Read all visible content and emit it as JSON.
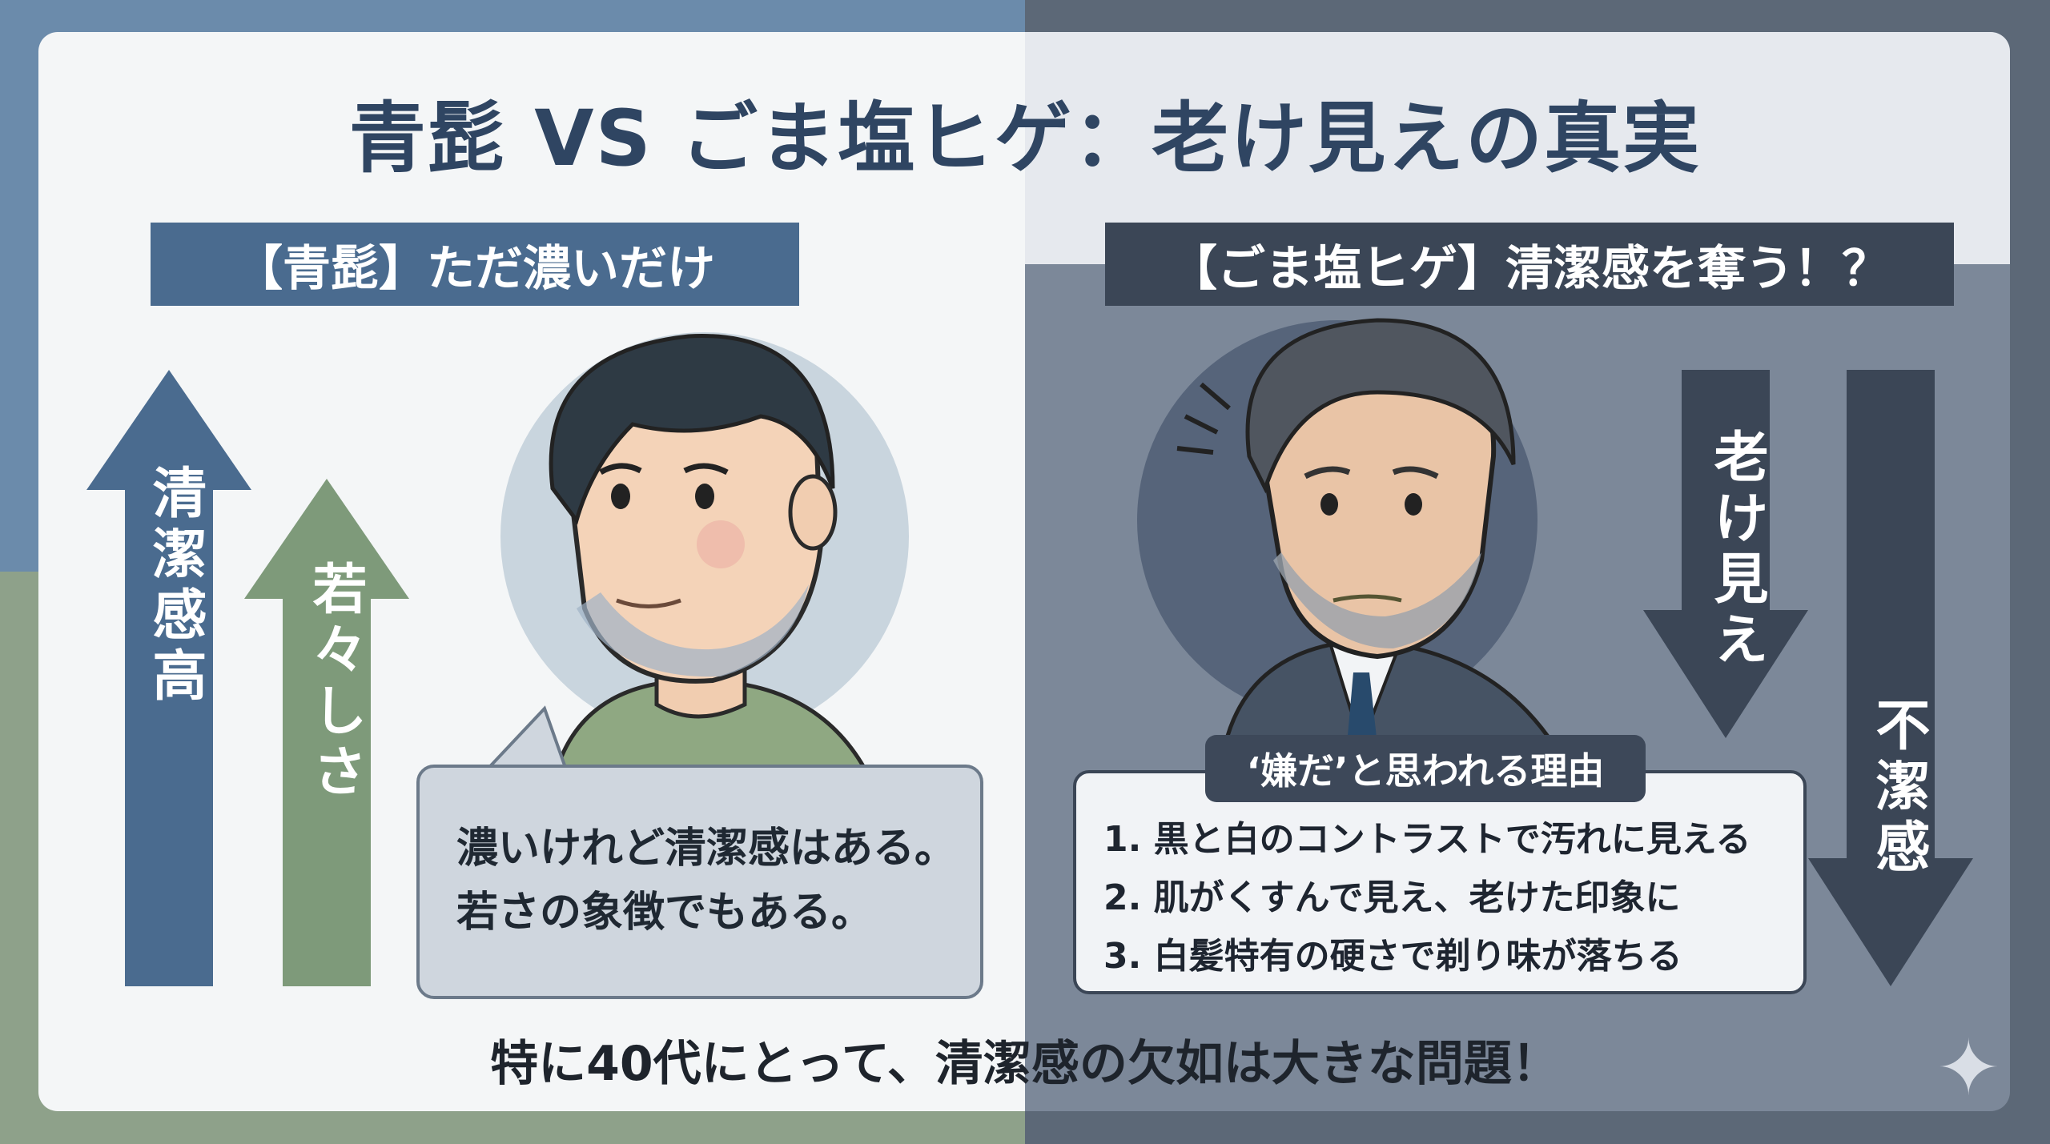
{
  "title": "青髭 VS ごま塩ヒゲ：老け見えの真実",
  "left": {
    "ribbon": "【青髭】ただ濃いだけ",
    "arrow_clean": "清潔感高",
    "arrow_young": "若々しさ",
    "bubble_line1": "濃いけれど清潔感はある。",
    "bubble_line2": "若さの象徴でもある。"
  },
  "right": {
    "ribbon": "【ごま塩ヒゲ】清潔感を奪う！？",
    "arrow_old": "老け見え",
    "arrow_dirty": "不潔感",
    "reason_tag": "‘嫌だ’と思われる理由",
    "reasons": [
      "1. 黒と白のコントラストで汚れに見える",
      "2. 肌がくすんで見え、老けた印象に",
      "3. 白髪特有の硬さで剃り味が落ちる"
    ]
  },
  "bottom": "特に40代にとって、清潔感の欠如は大きな問題！",
  "colors": {
    "title": "#2f4562",
    "left_ribbon": "#4a6b8f",
    "right_ribbon": "#3b4656",
    "arrow_blue": "#4a6b8f",
    "arrow_green": "#7e9a7a",
    "arrow_dark": "#3b4656"
  }
}
